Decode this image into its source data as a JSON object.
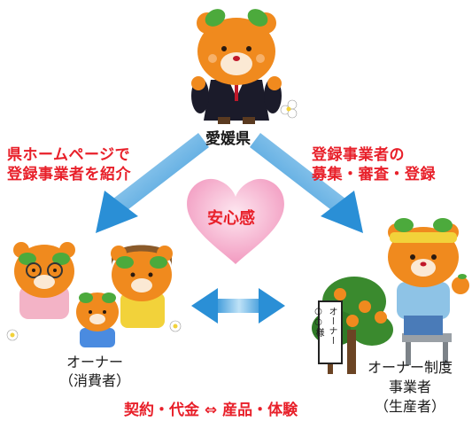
{
  "center_label": "安心感",
  "top_node": {
    "label": "愛媛県"
  },
  "left_node": {
    "line1": "オーナー",
    "line2": "（消費者）"
  },
  "right_node": {
    "line1": "オーナー制度",
    "line2": "事業者",
    "line3": "（生産者）"
  },
  "left_edge_text": {
    "line1": "県ホームページで",
    "line2": "登録事業者を紹介"
  },
  "right_edge_text": {
    "line1": "登録事業者の",
    "line2": "募集・審査・登録"
  },
  "bottom_edge_text": "契約・代金 ⇔ 産品・体験",
  "sign_text": "オーナー○○様",
  "colors": {
    "arrow": "#3a9ad9",
    "heart": "#f2a7c7",
    "accent_red": "#e8202a",
    "mascot_orange": "#f08a1e",
    "leaf_green": "#4caa3c"
  }
}
